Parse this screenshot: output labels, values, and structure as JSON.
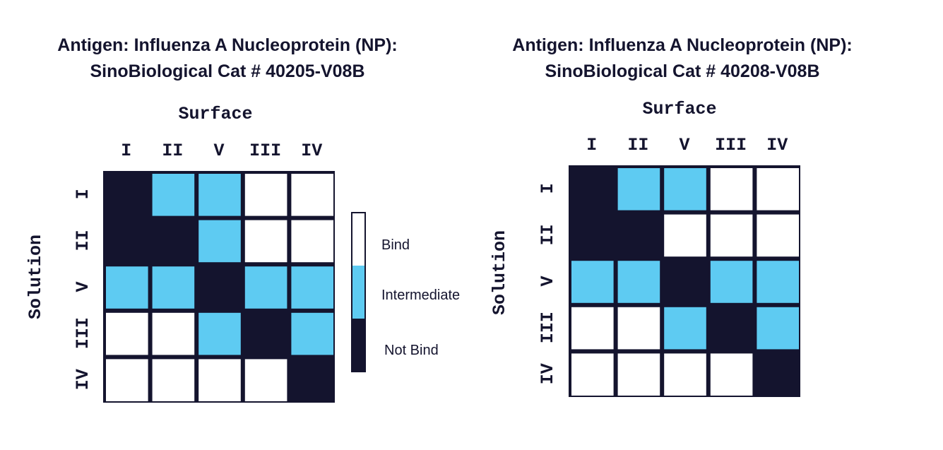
{
  "chart_data": [
    {
      "type": "heatmap",
      "title": [
        "Antigen: Influenza A Nucleoprotein (NP):",
        "SinoBiological Cat # 40205-V08B"
      ],
      "xlabel": "Surface",
      "ylabel": "Solution",
      "x_categories": [
        "I",
        "II",
        "V",
        "III",
        "IV"
      ],
      "y_categories": [
        "I",
        "II",
        "V",
        "III",
        "IV"
      ],
      "values": [
        [
          "Not Bind",
          "Intermediate",
          "Intermediate",
          "Bind",
          "Bind"
        ],
        [
          "Not Bind",
          "Not Bind",
          "Intermediate",
          "Bind",
          "Bind"
        ],
        [
          "Intermediate",
          "Intermediate",
          "Not Bind",
          "Intermediate",
          "Intermediate"
        ],
        [
          "Bind",
          "Bind",
          "Intermediate",
          "Not Bind",
          "Intermediate"
        ],
        [
          "Bind",
          "Bind",
          "Bind",
          "Bind",
          "Not Bind"
        ]
      ]
    },
    {
      "type": "heatmap",
      "title": [
        "Antigen: Influenza A Nucleoprotein (NP):",
        "SinoBiological Cat # 40208-V08B"
      ],
      "xlabel": "Surface",
      "ylabel": "Solution",
      "x_categories": [
        "I",
        "II",
        "V",
        "III",
        "IV"
      ],
      "y_categories": [
        "I",
        "II",
        "V",
        "III",
        "IV"
      ],
      "values": [
        [
          "Not Bind",
          "Intermediate",
          "Intermediate",
          "Bind",
          "Bind"
        ],
        [
          "Not Bind",
          "Not Bind",
          "Bind",
          "Bind",
          "Bind"
        ],
        [
          "Intermediate",
          "Intermediate",
          "Not Bind",
          "Intermediate",
          "Intermediate"
        ],
        [
          "Bind",
          "Bind",
          "Intermediate",
          "Not Bind",
          "Intermediate"
        ],
        [
          "Bind",
          "Bind",
          "Bind",
          "Bind",
          "Not Bind"
        ]
      ]
    }
  ],
  "legend": {
    "entries": [
      "Bind",
      "Intermediate",
      "Not Bind"
    ],
    "placement": "between-charts"
  },
  "colors": {
    "Bind": "#ffffff",
    "Intermediate": "#5ecbf2",
    "Not Bind": "#14142e",
    "border": "#14142e"
  }
}
